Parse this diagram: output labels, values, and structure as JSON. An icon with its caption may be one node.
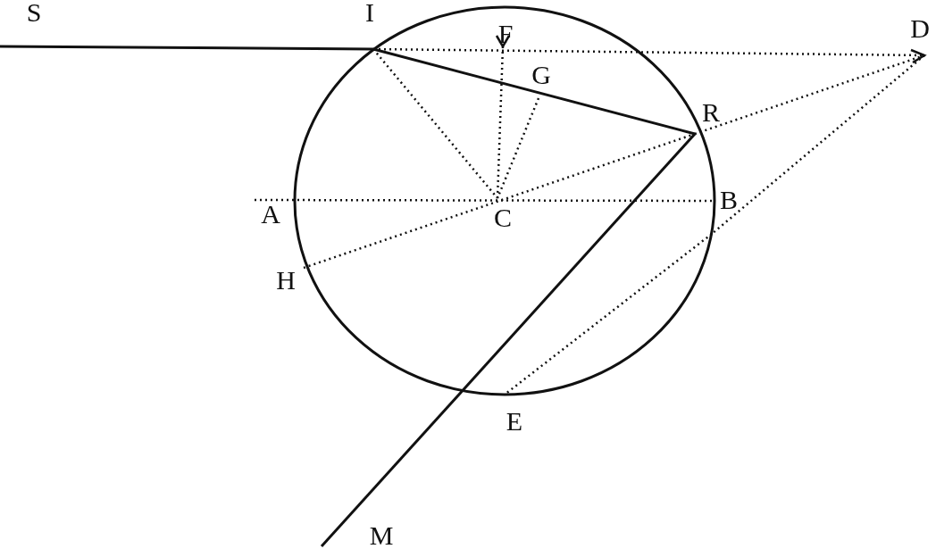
{
  "diagram": {
    "labels": [
      "S",
      "I",
      "F",
      "D",
      "G",
      "R",
      "A",
      "B",
      "C",
      "H",
      "E",
      "M"
    ]
  }
}
